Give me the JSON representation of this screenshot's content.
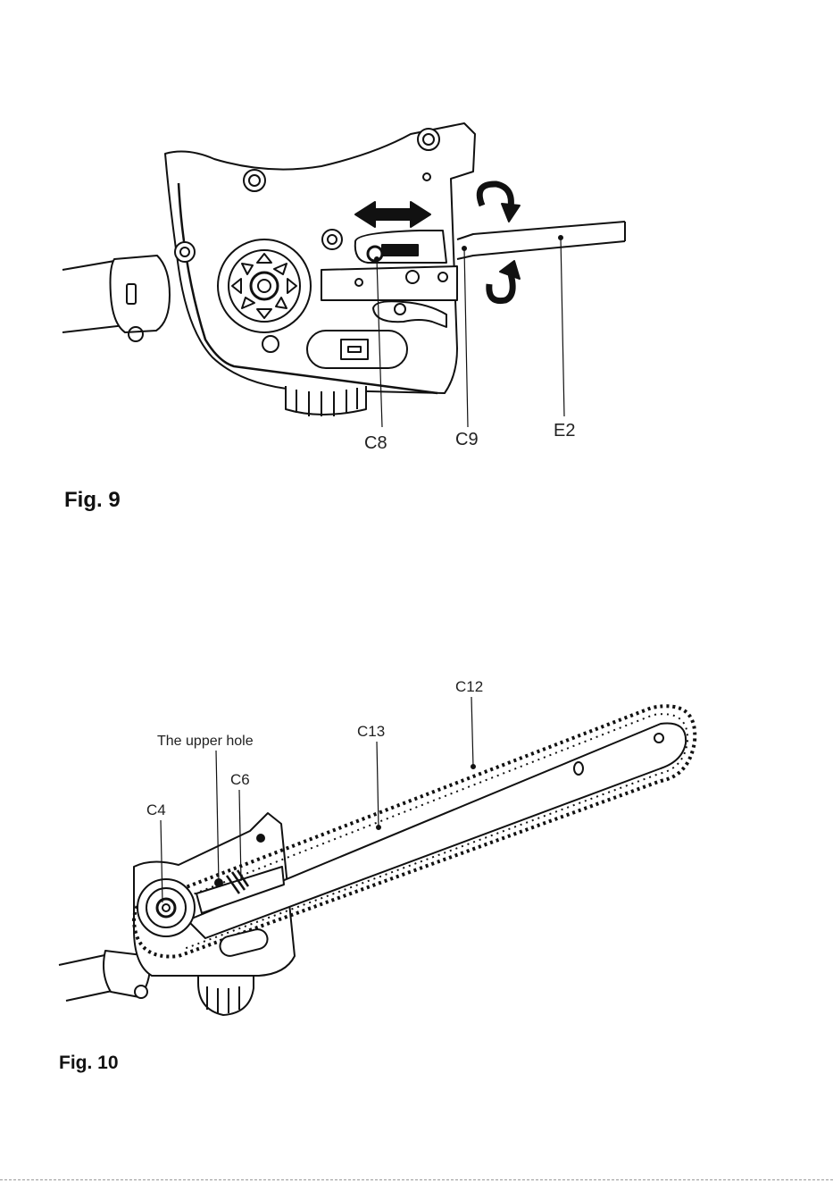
{
  "figure9": {
    "caption": "Fig. 9",
    "labels": {
      "c8": "C8",
      "c9": "C9",
      "e2": "E2"
    }
  },
  "figure10": {
    "caption": "Fig. 10",
    "labels": {
      "upper_hole": "The upper hole",
      "c4": "C4",
      "c6": "C6",
      "c12": "C12",
      "c13": "C13"
    }
  }
}
